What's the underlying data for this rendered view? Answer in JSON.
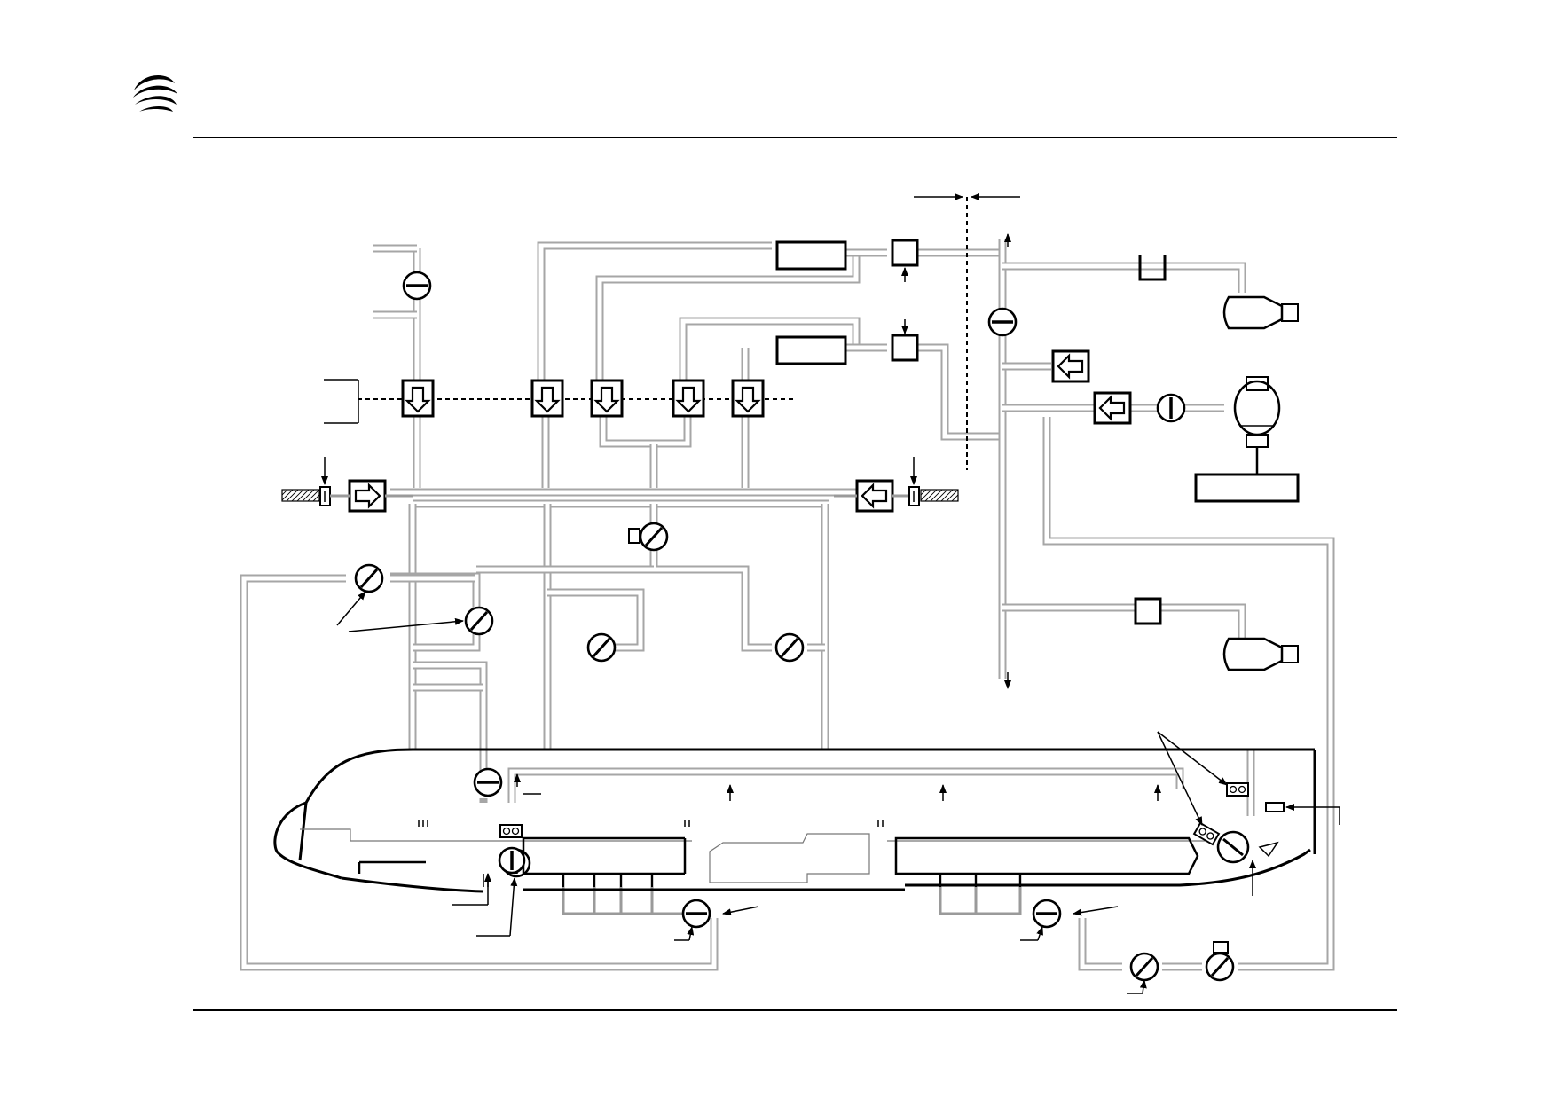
{
  "document": {
    "logo": "company-logo",
    "labels": []
  },
  "diagram": {
    "type": "aircraft bleed air system schematic",
    "colors": {
      "ink": "#000000",
      "duct": "#9a9a9a",
      "background": "#ffffff"
    },
    "components": {
      "inline_valves": 6,
      "butterfly_valves": 8,
      "flow_arrow_boxes": 9,
      "heat_exchangers": 2,
      "engines": 2,
      "apu": 1
    }
  }
}
